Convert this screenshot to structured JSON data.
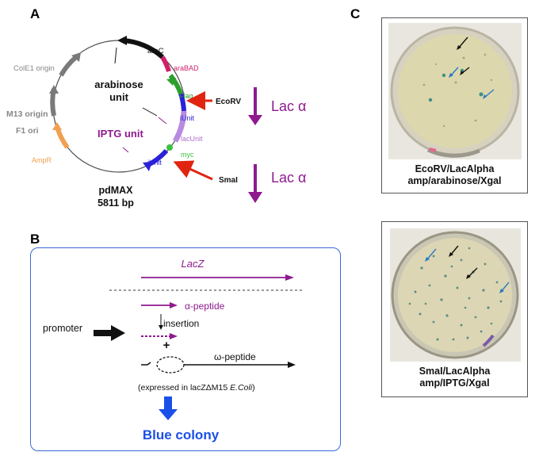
{
  "panel_a": {
    "label": "A",
    "plasmid_name": "pdMAX",
    "plasmid_size": "5811 bp",
    "features": {
      "arac": "araC",
      "arabad": "araBAD",
      "flag": "Flag",
      "iunit_top": "iUnit",
      "lacunit": "lacUnit",
      "myc": "myc",
      "iunit_bottom": "iUnit",
      "ampr": "AmpR",
      "cole1": "ColE1 origin",
      "m13": "M13 origin",
      "f1": "F1 ori"
    },
    "unit_labels": {
      "arabinose_line1": "arabinose",
      "arabinose_line2": "unit",
      "iptg": "IPTG unit"
    },
    "sites": {
      "ecorv": "EcoRV",
      "smai": "SmaI"
    },
    "lac_alpha_top": "Lac α",
    "lac_alpha_bottom": "Lac α",
    "colors": {
      "purple": "#8e1a8e",
      "red": "#e02410",
      "blue": "#2a22d8",
      "orange": "#f0a050",
      "green": "#2ca02c",
      "magenta": "#d0206a"
    }
  },
  "panel_b": {
    "label": "B",
    "lacz": "LacZ",
    "alpha_peptide": "α-peptide",
    "promoter": "promoter",
    "insertion": "insertion",
    "plus": "+",
    "omega_peptide": "ω-peptide",
    "expressed_prefix": "(expressed in lacZΔM15 ",
    "expressed_italic": "E.Coli",
    "expressed_suffix": ")",
    "result": "Blue colony",
    "colors": {
      "border": "#3a68d8",
      "blue": "#1a50e8",
      "purple": "#8e1a8e"
    }
  },
  "panel_c": {
    "label": "C",
    "plate_top_caption_line1": "EcoRV/LacAlpha",
    "plate_top_caption_line2": "amp/arabinose/Xgal",
    "plate_bottom_caption_line1": "SmaI/LacAlpha",
    "plate_bottom_caption_line2": "amp/IPTG/Xgal"
  }
}
